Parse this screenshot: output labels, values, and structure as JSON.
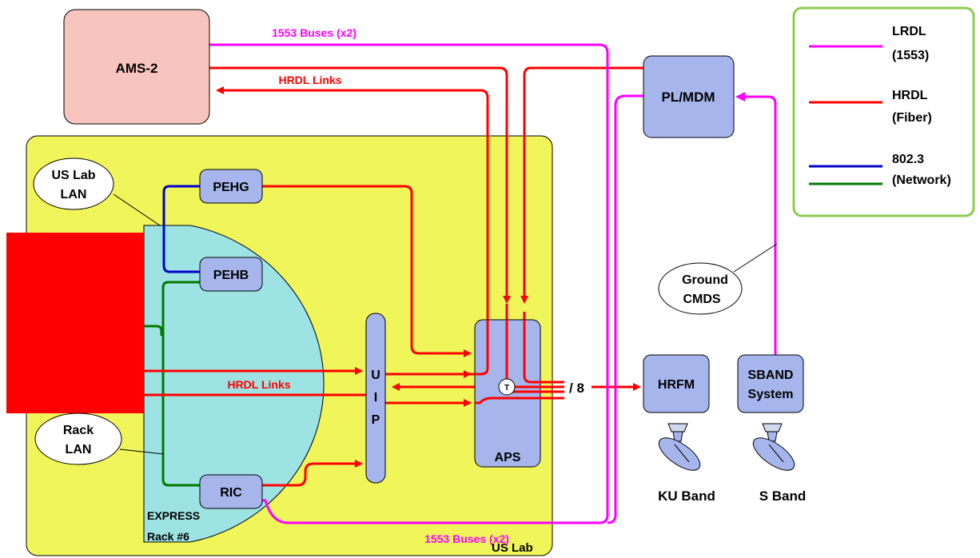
{
  "boxes": {
    "ams2": "AMS-2",
    "pl_mdm": "PL/MDM",
    "pehg": "PEHG",
    "pehb": "PEHB",
    "ric": "RIC",
    "uip": [
      "U",
      "I",
      "P"
    ],
    "aps": "APS",
    "hrfm": "HRFM",
    "sband_line1": "SBAND",
    "sband_line2": "System"
  },
  "regions": {
    "us_lab": "US Lab",
    "express_line1": "EXPRESS",
    "express_line2": "Rack #6"
  },
  "callouts": {
    "us_lab_lan_line1": "US Lab",
    "us_lab_lan_line2": "LAN",
    "rack_lan_line1": "Rack",
    "rack_lan_line2": "LAN",
    "ground_cmds_line1": "Ground",
    "ground_cmds_line2": "CMDS"
  },
  "link_labels": {
    "buses_top": "1553 Buses (x2)",
    "buses_bottom": "1553 Buses (x2)",
    "hrdl_top": "HRDL Links",
    "hrdl_mid": "HRDL Links",
    "tee": "T",
    "mux": "/ 8"
  },
  "antennas": {
    "ku_band": "KU Band",
    "s_band": "S Band"
  },
  "legend": {
    "lrdl_line1": "LRDL",
    "lrdl_line2": "(1553)",
    "hrdl_line1": "HRDL",
    "hrdl_line2": "(Fiber)",
    "net_line1": "802.3",
    "net_line2": "(Network)"
  },
  "colors": {
    "lrdl": "#ff00ff",
    "hrdl": "#ff0000",
    "network_blue": "#0000cc",
    "network_green": "#007a00",
    "us_lab_fill": "#f0f55a",
    "express_fill": "#9ee3e3",
    "box_fill": "#a6b6ec",
    "ams_fill": "#f8c4be",
    "legend_border": "#8ccc50"
  }
}
